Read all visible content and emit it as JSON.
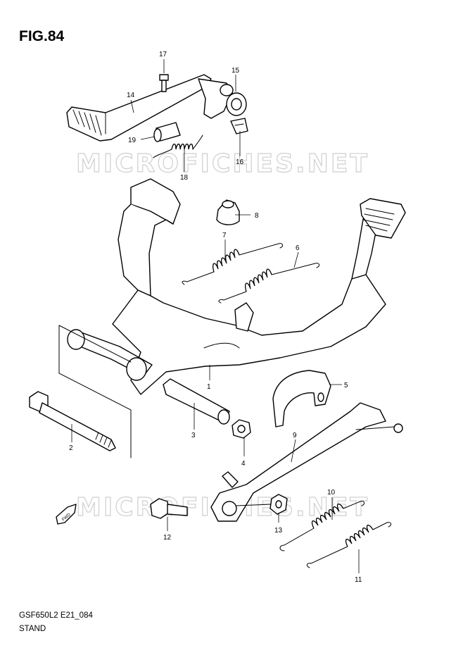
{
  "figure": {
    "title": "FIG.84",
    "code": "GSF650L2 E21_084",
    "caption": "STAND",
    "watermark": "MICROFICHES.NET",
    "fwd_label": "FWD"
  },
  "parts": [
    {
      "number": "1"
    },
    {
      "number": "2"
    },
    {
      "number": "3"
    },
    {
      "number": "4"
    },
    {
      "number": "5"
    },
    {
      "number": "6"
    },
    {
      "number": "7"
    },
    {
      "number": "8"
    },
    {
      "number": "9"
    },
    {
      "number": "10"
    },
    {
      "number": "11"
    },
    {
      "number": "12"
    },
    {
      "number": "13"
    },
    {
      "number": "14"
    },
    {
      "number": "15"
    },
    {
      "number": "16"
    },
    {
      "number": "17"
    },
    {
      "number": "18"
    },
    {
      "number": "19"
    }
  ]
}
